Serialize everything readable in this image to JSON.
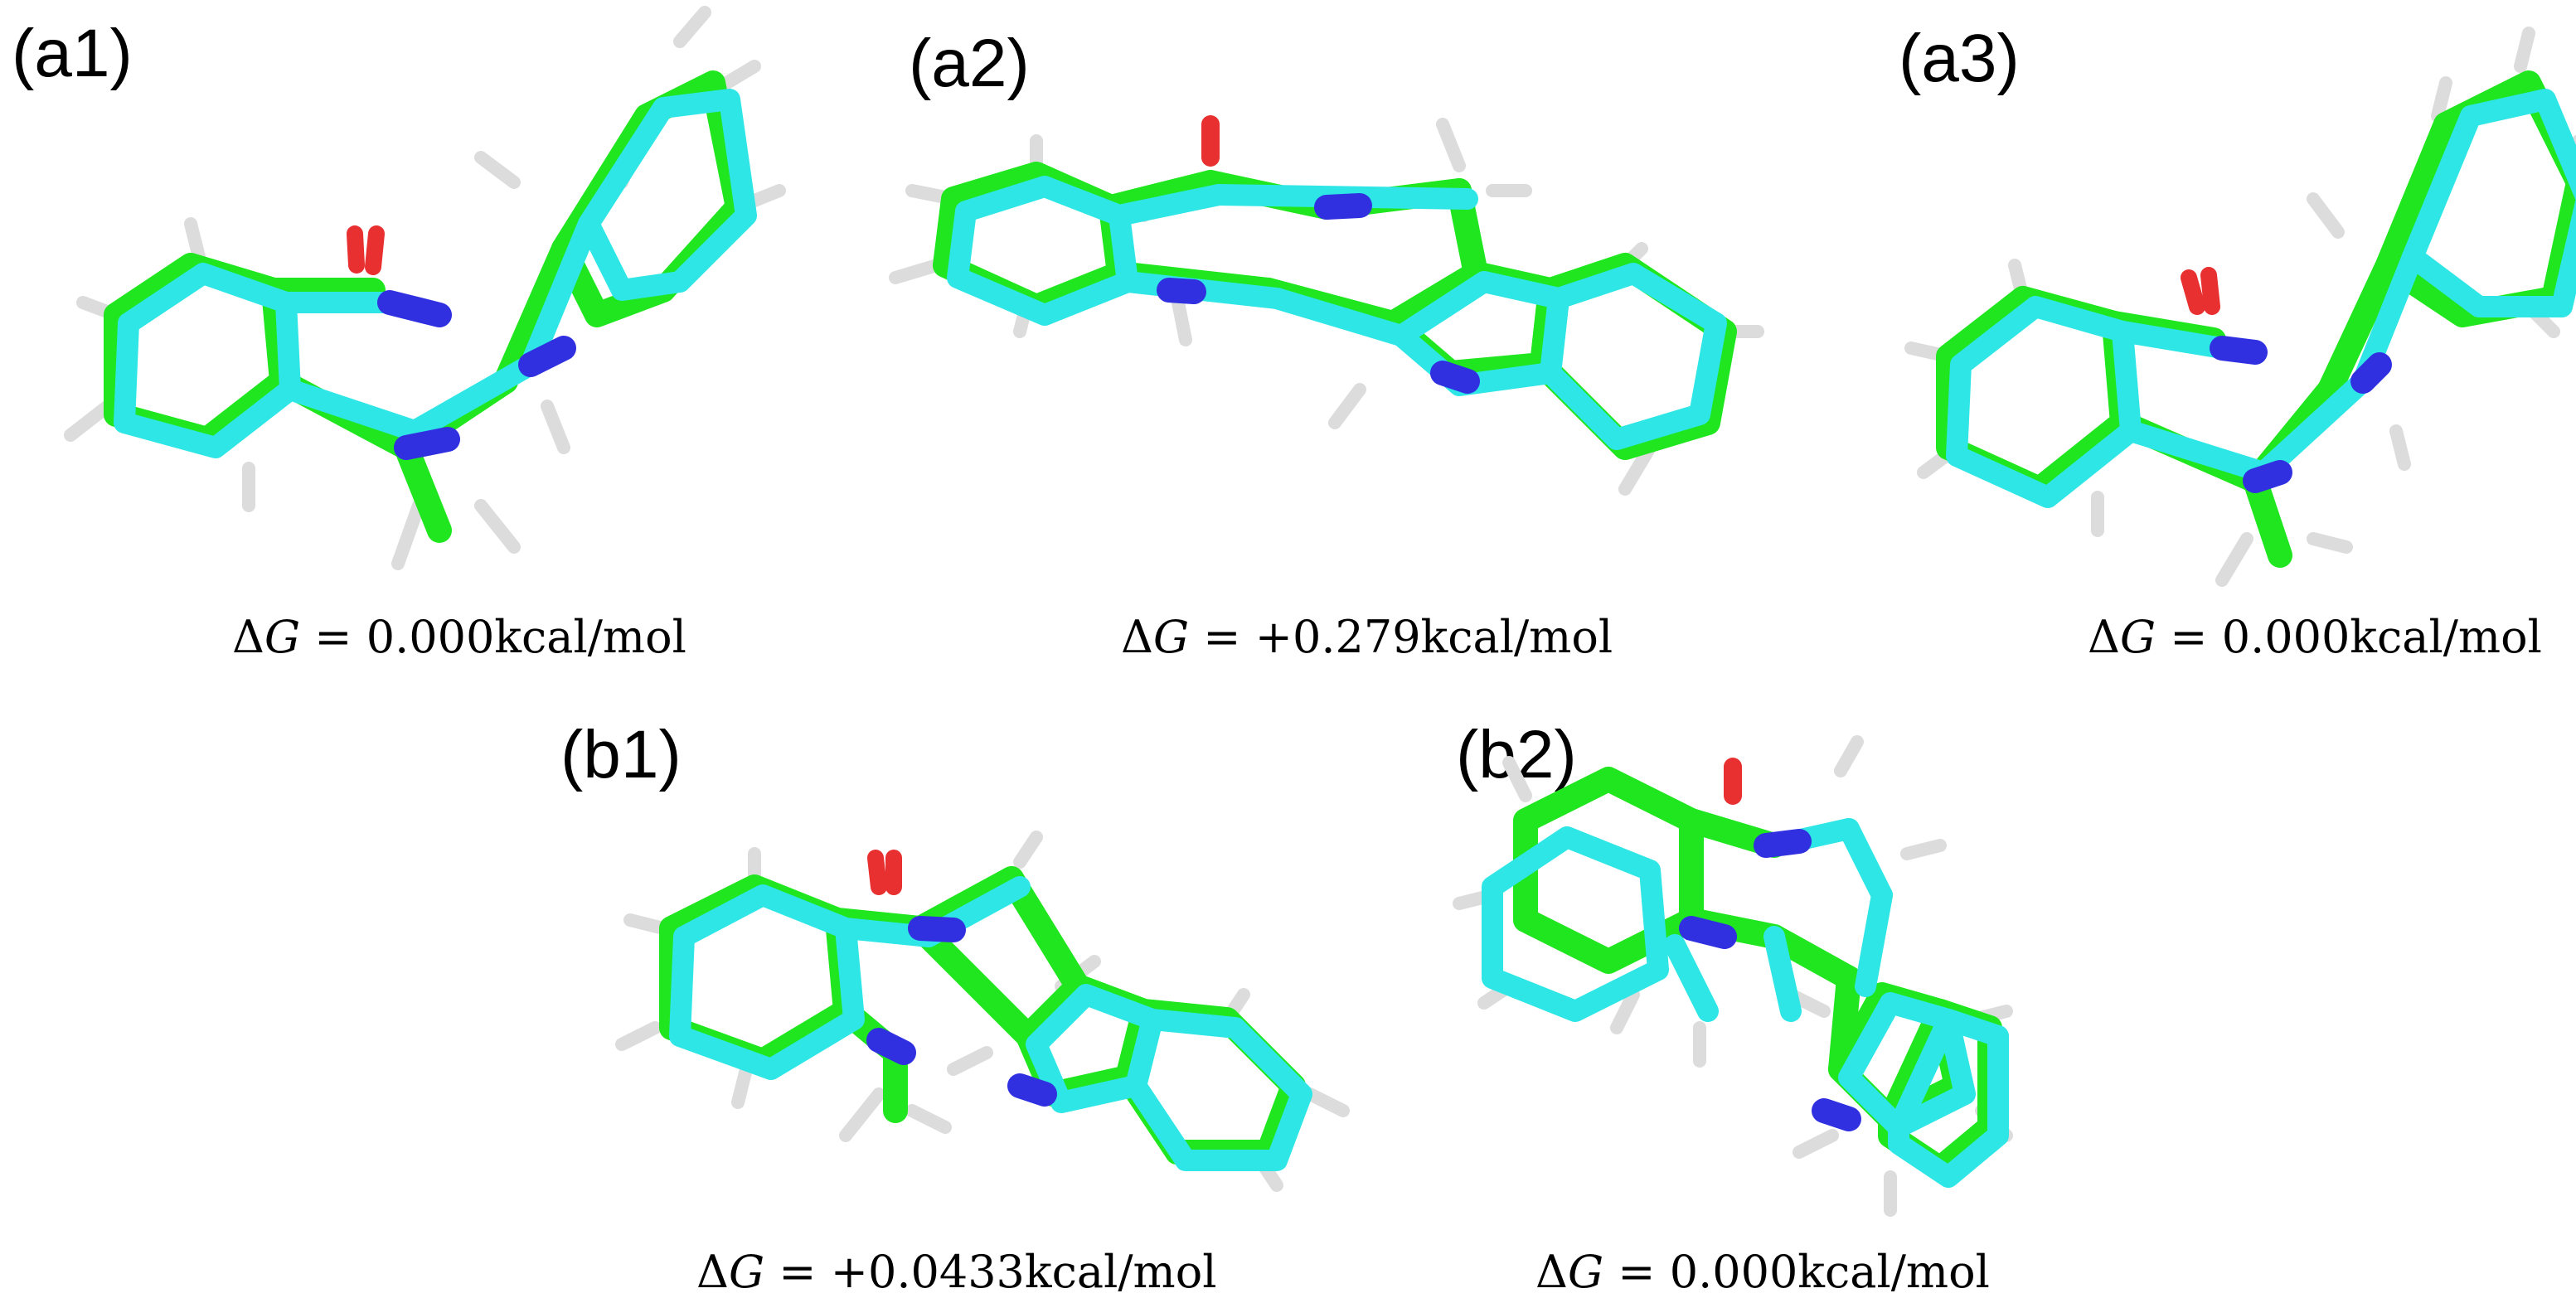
{
  "panels": [
    {
      "id": "a1",
      "label": "(a1)",
      "energy": "0.000kcal/mol",
      "sign": ""
    },
    {
      "id": "a2",
      "label": "(a2)",
      "energy": "+0.279kcal/mol",
      "sign": ""
    },
    {
      "id": "a3",
      "label": "(a3)",
      "energy": "0.000kcal/mol",
      "sign": ""
    },
    {
      "id": "b1",
      "label": "(b1)",
      "energy": "+0.0433kcal/mol",
      "sign": ""
    },
    {
      "id": "b2",
      "label": "(b2)",
      "energy": "0.000kcal/mol",
      "sign": ""
    }
  ],
  "energy_prefix": "ΔG = ",
  "colors": {
    "green_model": "#1fe61f",
    "cyan_model": "#2ee6e6",
    "nitrogen": "#3030e0",
    "oxygen": "#e83030",
    "hydrogen": "#e0e0e0"
  }
}
